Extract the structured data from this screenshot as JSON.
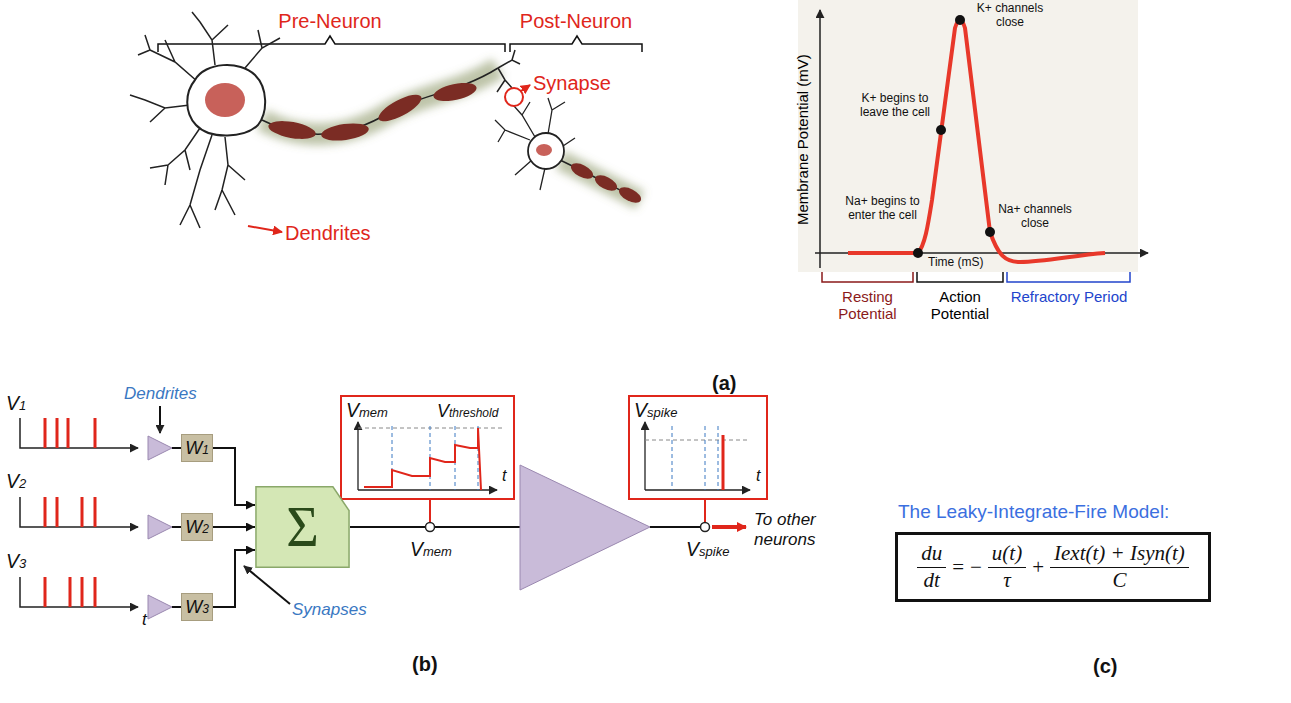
{
  "diagram": {
    "nodes": [
      {
        "text": [
          "Vmem",
          "Vthreshold",
          "t"
        ]
      },
      {
        "text": [
          "Vspike",
          "t"
        ]
      },
      {
        "text": [
          "W1"
        ]
      },
      {
        "text": [
          "W2"
        ]
      },
      {
        "text": [
          "Σ"
        ]
      },
      {
        "text": [
          "W3"
        ]
      },
      {
        "text": [
          "The Leaky-Integrate-Fire Model:",
          "du",
          "dt",
          "=",
          "−",
          "u(t)",
          "τ",
          "+",
          "Iext(t) + Isyn(t)",
          "C"
        ]
      }
    ],
    "edges": [
      {
        "from": 2,
        "to": 4,
        "arrow": "to"
      },
      {
        "from": 3,
        "to": 4,
        "arrow": "to"
      },
      {
        "from": 5,
        "to": 4,
        "arrow": "to"
      }
    ],
    "labels": [
      "Pre-Neuron",
      "Post-Neuron",
      "Synapse",
      "Dendrites",
      "Membrane Potential (mV)",
      "K+ channels close",
      "K+ begins to leave the cell",
      "Na+ begins to enter the cell",
      "Na+ channels close",
      "Time (mS)",
      "Resting Potential",
      "Action Potential",
      "Refractory Period",
      "(a)",
      "V1",
      "V2",
      "V3",
      "t",
      "Dendrites",
      "Synapses",
      "Vmem",
      "Vspike",
      "To other neurons",
      "(b)",
      "(c)"
    ]
  }
}
